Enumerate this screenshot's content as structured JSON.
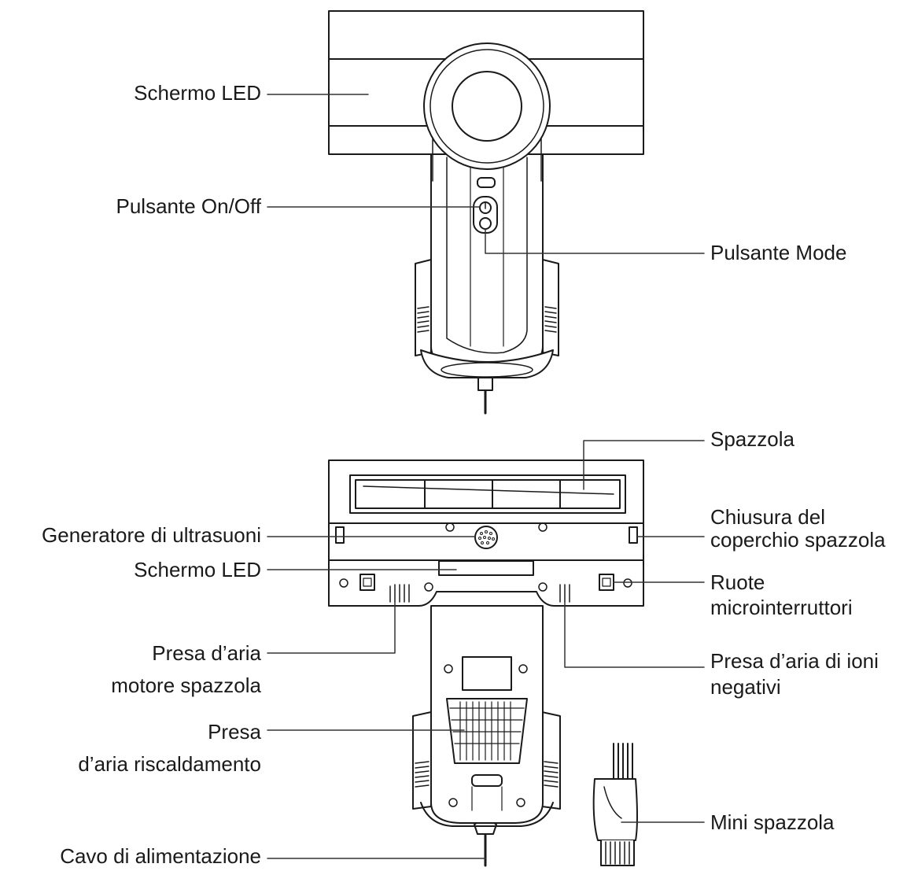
{
  "labels": {
    "top_led_screen": "Schermo LED",
    "on_off_button": "Pulsante On/Off",
    "mode_button": "Pulsante Mode",
    "brush": "Spazzola",
    "ultrasonic_generator": "Generatore di ultrasuoni",
    "brush_cover_lock_1": "Chiusura del",
    "brush_cover_lock_2": "coperchio spazzola",
    "bottom_led_screen": "Schermo LED",
    "micro_switch_wheels_1": "Ruote",
    "micro_switch_wheels_2": "microinterruttori",
    "brush_motor_intake_1": "Presa d’aria",
    "brush_motor_intake_2": "motore spazzola",
    "negative_ion_intake_1": "Presa d’aria di ioni",
    "negative_ion_intake_2": "negativi",
    "heating_intake_1": "Presa",
    "heating_intake_2": "d’aria riscaldamento",
    "mini_brush": "Mini spazzola",
    "power_cable": "Cavo di alimentazione"
  },
  "colors": {
    "ink": "#1a1a1a",
    "leader": "#333333",
    "fill": "#ffffff",
    "shade": "#e8e8e8"
  }
}
